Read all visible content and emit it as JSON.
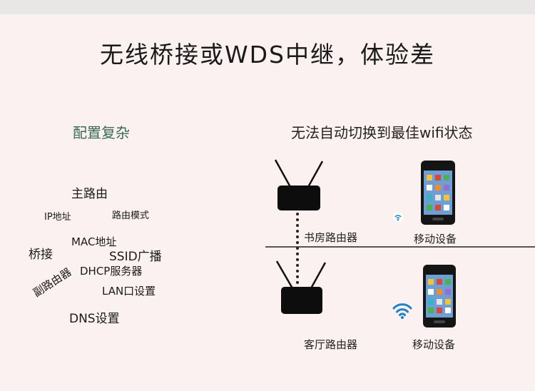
{
  "title": "无线桥接或WDS中继，体验差",
  "left": {
    "heading": "配置复杂",
    "words": [
      "主路由",
      "IP地址",
      "路由模式",
      "MAC地址",
      "桥接",
      "SSID广播",
      "DHCP服务器",
      "副路由器",
      "LAN口设置",
      "DNS设置"
    ]
  },
  "right": {
    "heading": "无法自动切换到最佳wifi状态",
    "top_router_label": "书房路由器",
    "bottom_router_label": "客厅路由器",
    "device_label_top": "移动设备",
    "device_label_bottom": "移动设备"
  },
  "colors": {
    "background": "#fcf1f1",
    "accent_heading": "#3a6a55",
    "wifi": "#1f82c4"
  },
  "icons": [
    "router-icon",
    "smartphone-icon",
    "wifi-signal-icon"
  ]
}
